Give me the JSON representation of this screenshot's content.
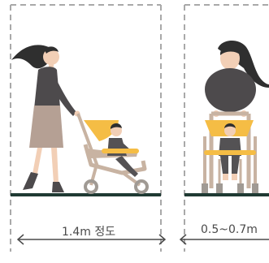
{
  "panels": [
    {
      "id": "side-view",
      "width_label": "1.4m 정도"
    },
    {
      "id": "front-view",
      "width_label": "0.5~0.7m"
    }
  ],
  "colors": {
    "frame_dash": "#a9a9a9",
    "ground": "#1f3a33",
    "stroller_canopy": "#f5bd45",
    "stroller_frame": "#c8b3a2",
    "wheel": "#a09a94",
    "mother_top": "#4d4a4c",
    "mother_skirt": "#b5a094",
    "hair": "#2f2f2f",
    "skin": "#f2cfb6",
    "child_top": "#545254",
    "arrow": "#4a4a4a"
  },
  "icons": [
    "mother-pushing-stroller-side",
    "mother-pushing-stroller-front"
  ]
}
